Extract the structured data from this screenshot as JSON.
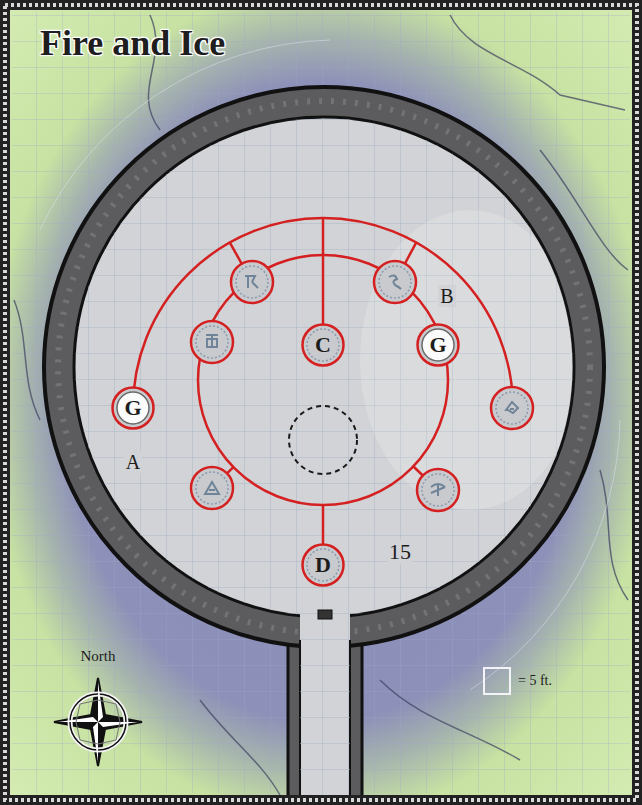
{
  "diagram": {
    "title": "Fire and Ice",
    "nodes": [
      {
        "text": [
          "C"
        ]
      },
      {
        "text": [
          "G"
        ]
      },
      {
        "text": [
          "G"
        ]
      },
      {
        "text": [
          "D"
        ]
      }
    ],
    "labels": [
      "A",
      "B",
      "15",
      "North",
      "= 5 ft."
    ]
  }
}
